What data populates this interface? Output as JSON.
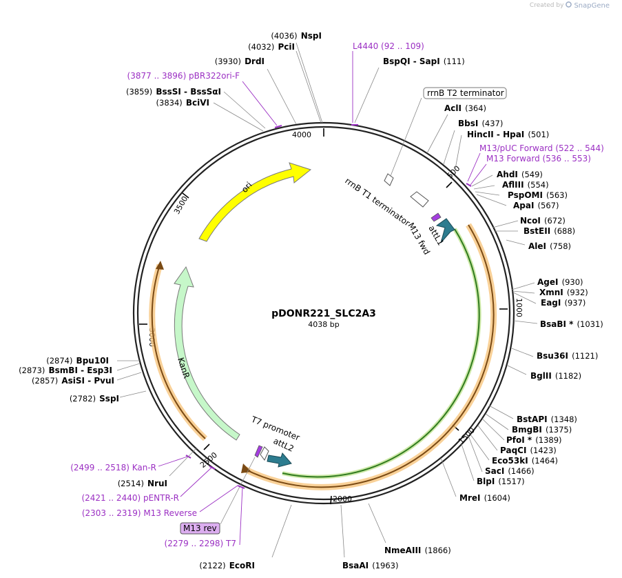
{
  "credit": {
    "created_by": "Created by",
    "brand": "SnapGene"
  },
  "plasmid": {
    "name": "pDONR221_SLC2A3",
    "size_label": "4038 bp",
    "length": 4038
  },
  "ticks": [
    "500",
    "1000",
    "1500",
    "2000",
    "2500",
    "3000",
    "3500",
    "4000"
  ],
  "sites": [
    {
      "name": "NspI",
      "pos": "(4036)"
    },
    {
      "name": "PciI",
      "pos": "(4032)"
    },
    {
      "name": "DrdI",
      "pos": "(3930)"
    },
    {
      "name": "BssSI  -  BssSαI",
      "pos": "(3859)"
    },
    {
      "name": "BciVI",
      "pos": "(3834)"
    },
    {
      "name": "BspQI  -  SapI",
      "pos": "(111)"
    },
    {
      "name": "AclI",
      "pos": "(364)"
    },
    {
      "name": "BbsI",
      "pos": "(437)"
    },
    {
      "name": "HincII  -  HpaI",
      "pos": "(501)"
    },
    {
      "name": "AhdI",
      "pos": "(549)"
    },
    {
      "name": "AflIII",
      "pos": "(554)"
    },
    {
      "name": "PspOMI",
      "pos": "(563)"
    },
    {
      "name": "ApaI",
      "pos": "(567)"
    },
    {
      "name": "NcoI",
      "pos": "(672)"
    },
    {
      "name": "BstEII",
      "pos": "(688)"
    },
    {
      "name": "AleI",
      "pos": "(758)"
    },
    {
      "name": "AgeI",
      "pos": "(930)"
    },
    {
      "name": "XmnI",
      "pos": "(932)"
    },
    {
      "name": "EagI",
      "pos": "(937)"
    },
    {
      "name": "BsaBI *",
      "pos": "(1031)"
    },
    {
      "name": "Bsu36I",
      "pos": "(1121)"
    },
    {
      "name": "BglII",
      "pos": "(1182)"
    },
    {
      "name": "BstAPI",
      "pos": "(1348)"
    },
    {
      "name": "BmgBI",
      "pos": "(1375)"
    },
    {
      "name": "PfoI *",
      "pos": "(1389)"
    },
    {
      "name": "PaqCI",
      "pos": "(1423)"
    },
    {
      "name": "Eco53kI",
      "pos": "(1464)"
    },
    {
      "name": "SacI",
      "pos": "(1466)"
    },
    {
      "name": "BlpI",
      "pos": "(1517)"
    },
    {
      "name": "MreI",
      "pos": "(1604)"
    },
    {
      "name": "NmeAIII",
      "pos": "(1866)"
    },
    {
      "name": "BsaAI",
      "pos": "(1963)"
    },
    {
      "name": "EcoRI",
      "pos": "(2122)"
    },
    {
      "name": "NruI",
      "pos": "(2514)"
    },
    {
      "name": "SspI",
      "pos": "(2782)"
    },
    {
      "name": "AsiSI  -  PvuI",
      "pos": "(2857)"
    },
    {
      "name": "BsmBI  -  Esp3I",
      "pos": "(2873)"
    },
    {
      "name": "Bpu10I",
      "pos": "(2874)"
    }
  ],
  "primers": [
    {
      "name": "L4440",
      "range": "(92 .. 109)"
    },
    {
      "name": "pBR322ori-F",
      "range": "(3877 .. 3896)"
    },
    {
      "name": "M13/pUC Forward",
      "range": "(522 .. 544)"
    },
    {
      "name": "M13 Forward",
      "range": "(536 .. 553)"
    },
    {
      "name": "Kan-R",
      "range": "(2499 .. 2518)"
    },
    {
      "name": "pENTR-R",
      "range": "(2421 .. 2440)"
    },
    {
      "name": "M13 Reverse",
      "range": "(2303 .. 2319)"
    },
    {
      "name": "T7",
      "range": "(2279 .. 2298)"
    }
  ],
  "features": {
    "rrnB_T2": "rrnB T2 terminator",
    "rrnB_T1": "rrnB T1 terminator",
    "m13_fwd": "M13 fwd",
    "attL1": "attL1",
    "ori": "ori",
    "kanr": "KanR",
    "t7_promoter": "T7 promoter",
    "attL2": "attL2",
    "m13_rev": "M13 rev"
  },
  "colors": {
    "backbone": "#222222",
    "ori": "#ffff00",
    "kanr": "#c6f7c9",
    "att": "#2d7c8f",
    "primer": "#9b2fc3",
    "orf_outline": "#f7c67e",
    "orf_green": "#6ab96a",
    "m13rev_fill": "#dcaef0"
  }
}
